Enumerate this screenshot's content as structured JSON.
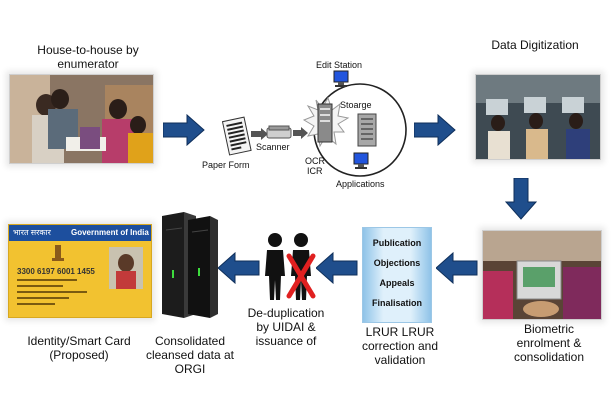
{
  "stages": {
    "house_to_house": "House-to-house by enumerator",
    "data_digitization": "Data Digitization",
    "biometric": "Biometric enrolment & consolidation",
    "lrur": "LRUR LRUR correction and validation",
    "deduplication": "De-duplication by UIDAI & issuance of",
    "consolidated": "Consolidated cleansed data at ORGI",
    "identity_card": "Identity/Smart Card (Proposed)"
  },
  "process": {
    "paper_form": "Paper Form",
    "scanner": "Scanner",
    "edit_station": "Edit Station",
    "storage": "Stoarge",
    "ocr": "OCR",
    "icr": "ICR",
    "applications": "Applications"
  },
  "lrur_steps": [
    "Publication",
    "Objections",
    "Appeals",
    "Finalisation"
  ],
  "card": {
    "header_left": "भारत सरकार",
    "header_right": "Government of India",
    "number": "3300 6197 6001 1455"
  },
  "colors": {
    "arrow": "#1f4e8c",
    "cross": "#e02020",
    "card_bg": "#f2c230"
  }
}
